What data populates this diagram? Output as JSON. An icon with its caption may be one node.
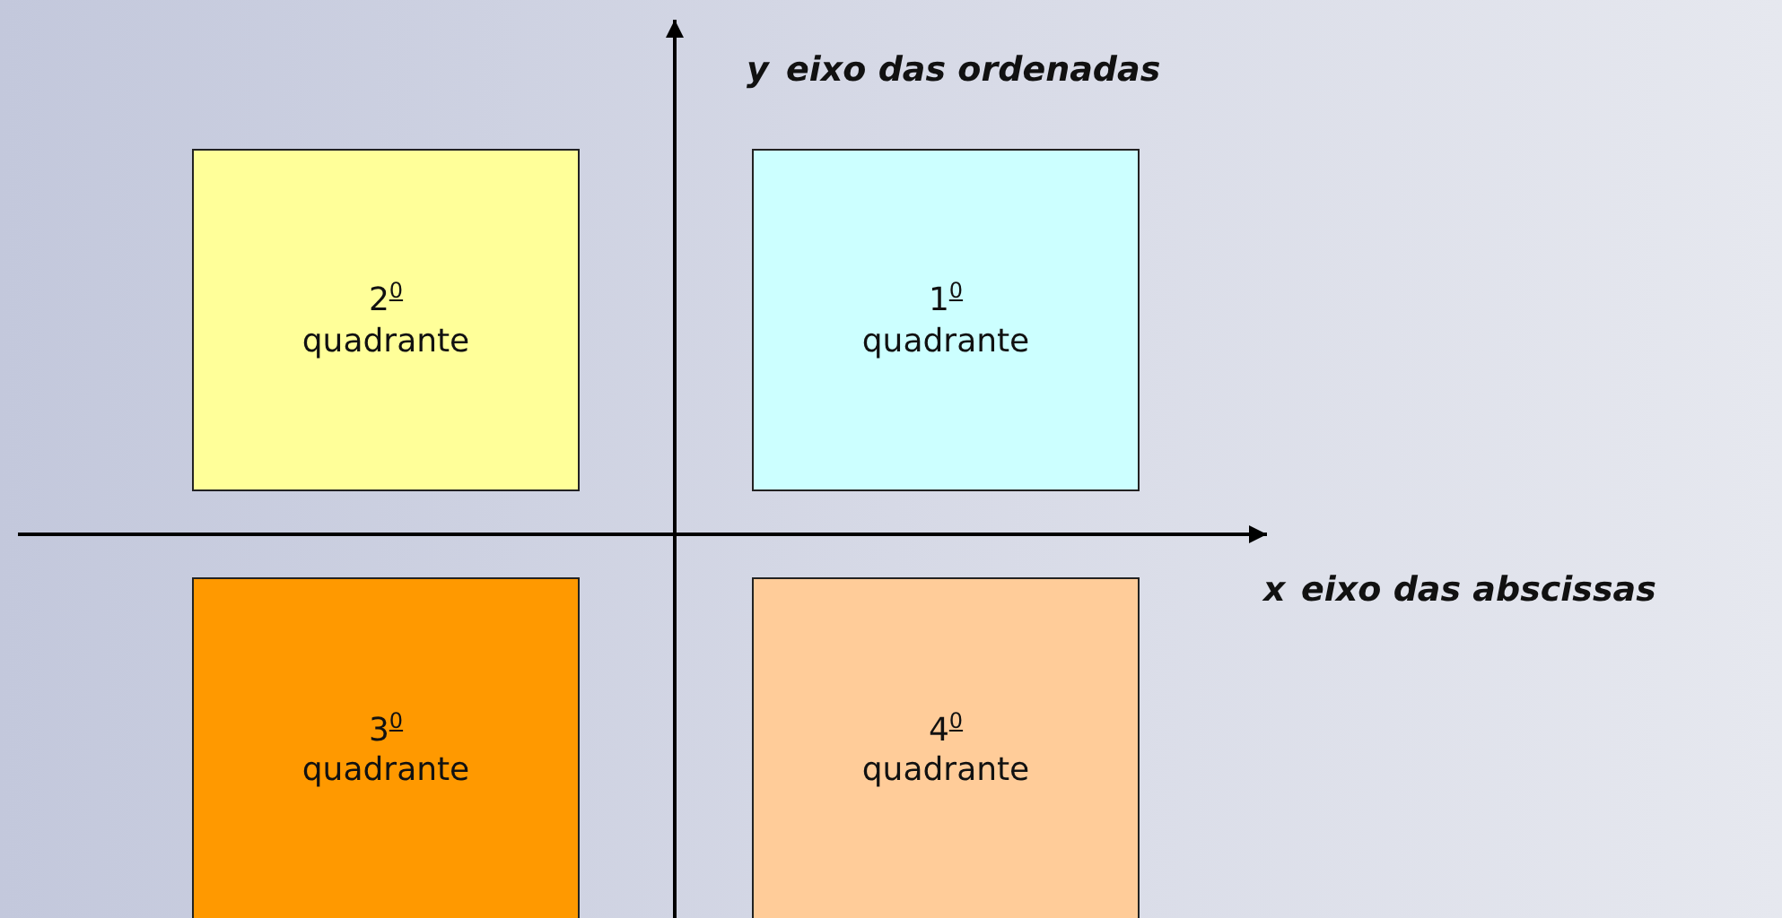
{
  "diagram": {
    "nodes": [
      {
        "text": [
          "2$^{0}$ quadrante"
        ]
      },
      {
        "text": [
          "1$^{0}$ quadrante"
        ]
      },
      {
        "text": [
          "3$^{0}$ quadrante"
        ]
      },
      {
        "text": [
          "4$^{0}$ quadrante"
        ]
      }
    ],
    "labels": [
      "y",
      "eixo das ordenadas",
      "x",
      "eixo das abscissas"
    ]
  }
}
